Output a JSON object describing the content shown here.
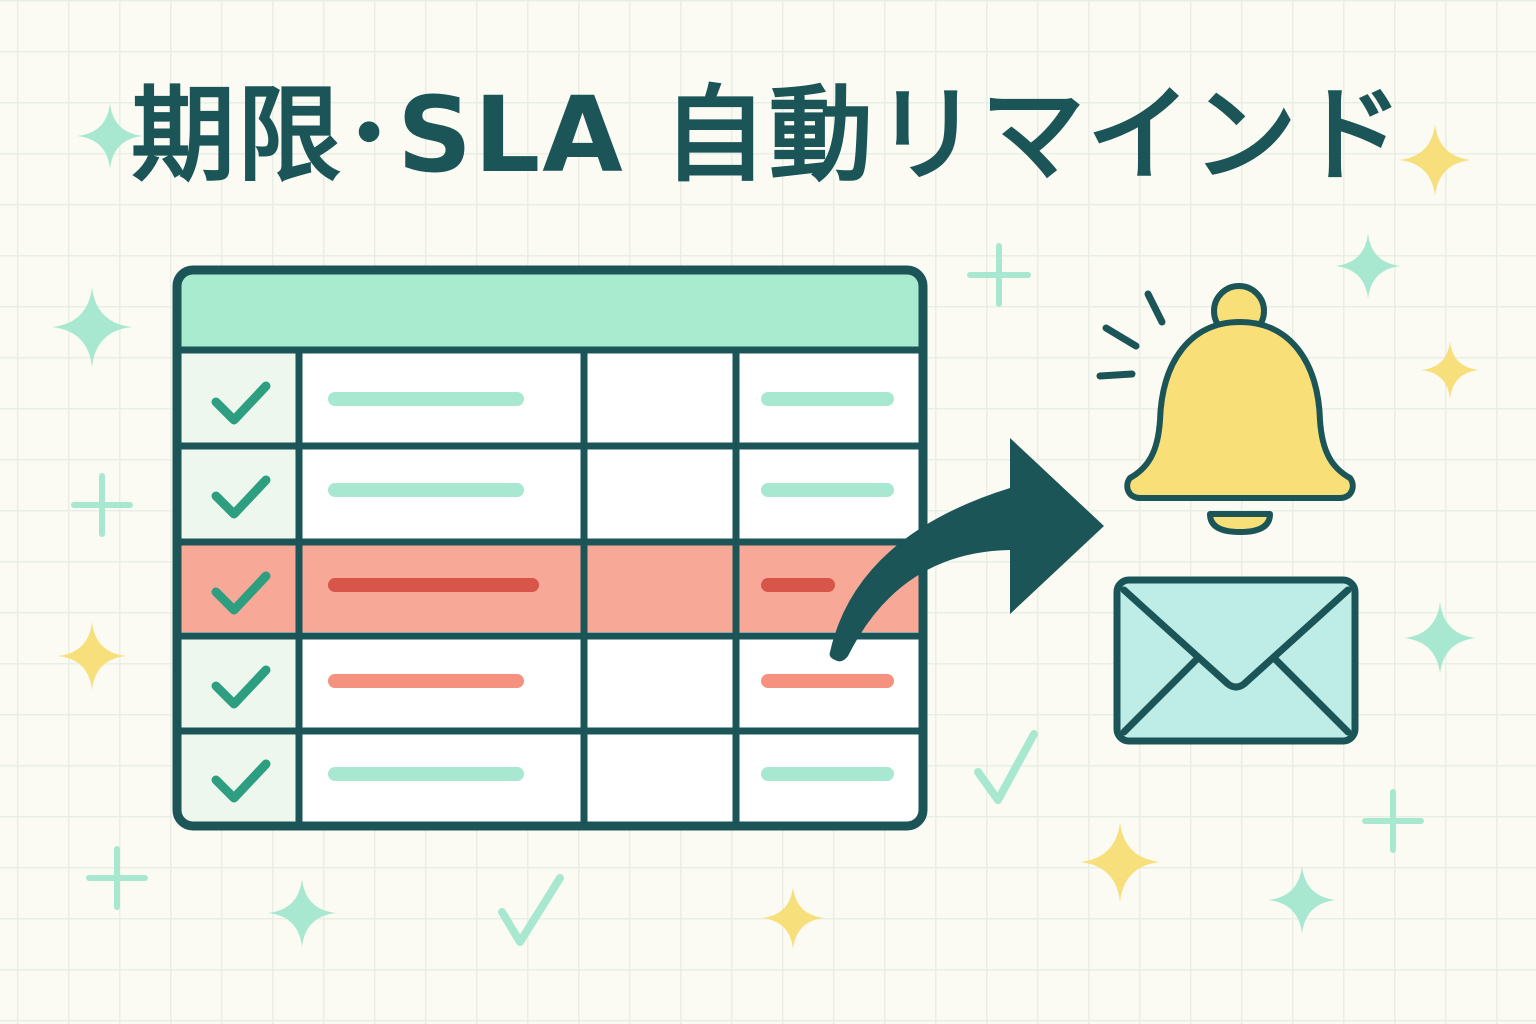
{
  "title": "期限･SLA 自動リマインド",
  "colors": {
    "outline": "#1b5558",
    "header_fill": "#a9ebcf",
    "check": "#2e9e80",
    "line_normal": "#a8e8d0",
    "row_alert_fill": "#f8a896",
    "line_alert": "#d8554a",
    "line_warn": "#f4917f",
    "bell": "#f8df77",
    "envelope": "#bdede6",
    "sparkle_mint": "#a8e8d0",
    "sparkle_yellow": "#f7df7b",
    "background": "#fbfbf3"
  },
  "table": {
    "rows": [
      {
        "checked": true,
        "status": "normal"
      },
      {
        "checked": true,
        "status": "normal"
      },
      {
        "checked": true,
        "status": "overdue"
      },
      {
        "checked": true,
        "status": "warning"
      },
      {
        "checked": true,
        "status": "normal"
      }
    ]
  },
  "icons": {
    "arrow": "curved-arrow-icon",
    "bell": "bell-icon",
    "envelope": "envelope-icon",
    "sparkle": "sparkle-icon",
    "plus": "plus-icon",
    "check": "check-icon"
  }
}
